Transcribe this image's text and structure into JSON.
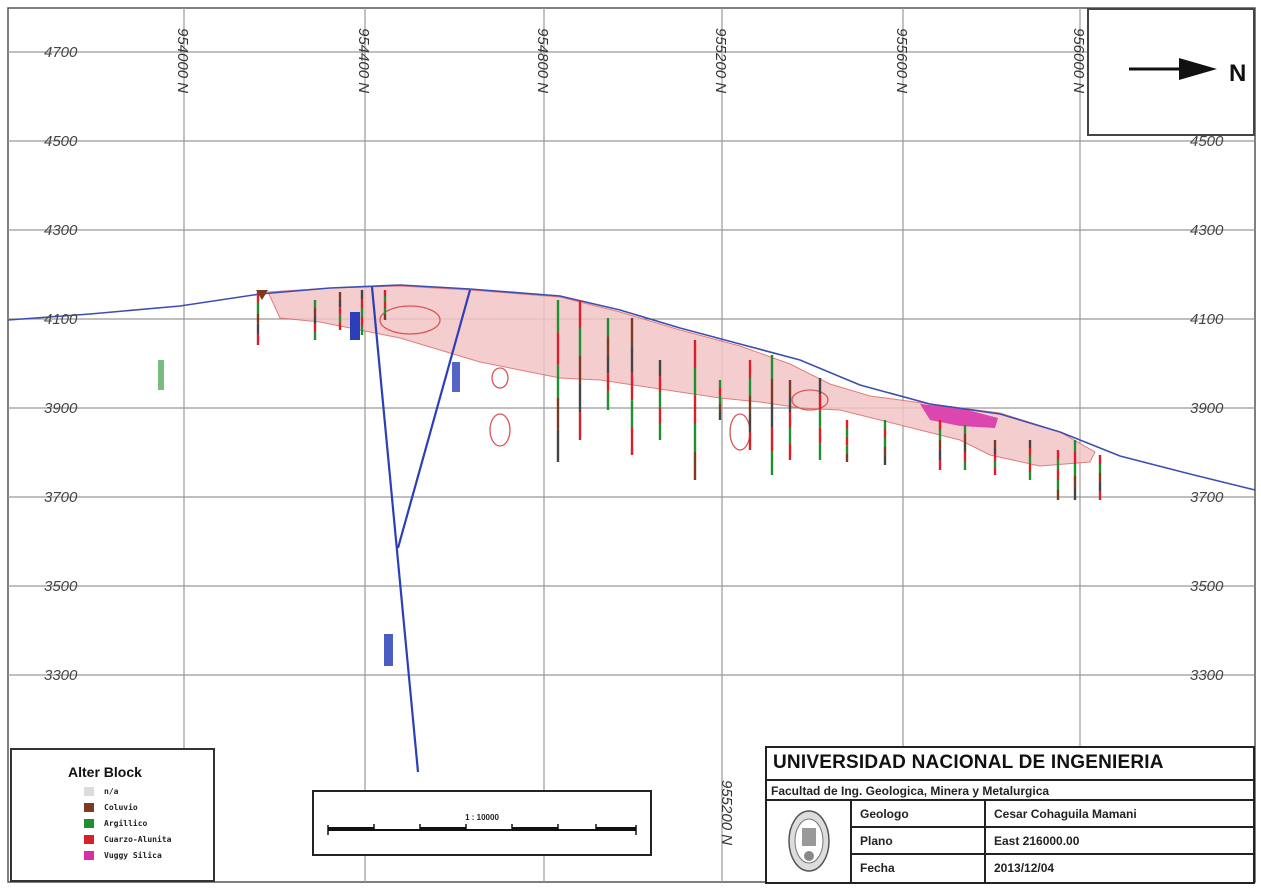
{
  "map": {
    "elevation_levels": [
      4700,
      4500,
      4300,
      4100,
      3900,
      3700,
      3500,
      3300
    ],
    "elevation_labels_left": [
      "4700",
      "4500",
      "4300",
      "4100",
      "3900",
      "3700",
      "3500",
      "3300"
    ],
    "elevation_labels_right": [
      "4500",
      "4300",
      "4100",
      "3900",
      "3700",
      "3500",
      "3300"
    ],
    "northing_labels": [
      "954000 N",
      "954400 N",
      "954800 N",
      "955200 N",
      "955600 N",
      "956000 N"
    ],
    "bottom_northing_label": "955200 N",
    "topography_color": "#3b4fb0",
    "alteration_fill_color": "#e8a0a0"
  },
  "north_arrow": {
    "label": "N",
    "icon": "north-arrow-icon"
  },
  "legend": {
    "title": "Alter Block",
    "items": [
      {
        "label": "n/a",
        "color": "#dcdcdc"
      },
      {
        "label": "Coluvio",
        "color": "#7b3b22"
      },
      {
        "label": "Argillico",
        "color": "#1f8f2f"
      },
      {
        "label": "Cuarzo-Alunita",
        "color": "#d8202a"
      },
      {
        "label": "Vuggy Silica",
        "color": "#d62fa8"
      }
    ]
  },
  "scale_bar": {
    "text": "1 : 10000"
  },
  "title_block": {
    "university": "UNIVERSIDAD NACIONAL DE INGENIERIA",
    "faculty": "Facultad de Ing. Geologica, Minera y Metalurgica",
    "rows": [
      {
        "key": "Geologo",
        "value": "Cesar Cohaguila Mamani"
      },
      {
        "key": "Plano",
        "value": "East 216000.00"
      },
      {
        "key": "Fecha",
        "value": "2013/12/04"
      }
    ],
    "seal_icon": "university-seal-icon"
  }
}
